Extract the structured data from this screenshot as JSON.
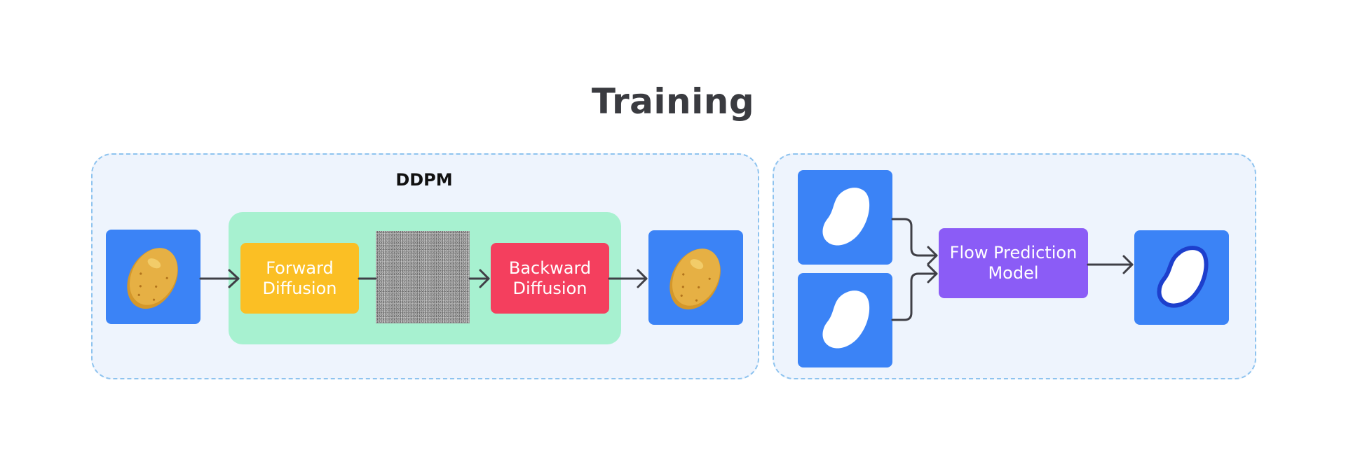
{
  "title": "Training",
  "ddpm": {
    "label": "DDPM",
    "forward": [
      "Forward",
      "Diffusion"
    ],
    "backward": [
      "Backward",
      "Diffusion"
    ]
  },
  "flow": {
    "model": [
      "Flow Prediction",
      "Model"
    ]
  },
  "colors": {
    "tile": "#3b83f6",
    "panel_bg": "#eef4fd",
    "panel_border": "#8ec3ef",
    "ddpm_box": "#a7f1d0",
    "forward": "#fbbf24",
    "backward": "#f43f5e",
    "flow_model": "#8b5cf6",
    "arrow": "#3f3f46"
  },
  "icons": {
    "potato": "potato-icon",
    "bean_mask": "bean-mask-icon",
    "bean_outline": "bean-outline-icon"
  }
}
